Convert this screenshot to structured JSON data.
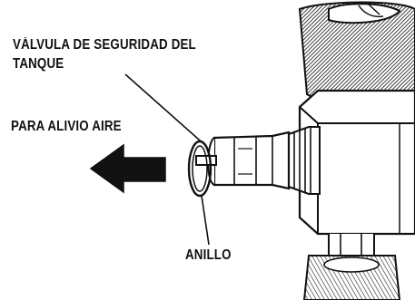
{
  "labels": {
    "valve_line1": "VÁLVULA DE SEGURIDAD DEL",
    "valve_line2": "TANQUE",
    "air_relief": "PARA ALIVIO AIRE",
    "ring": "ANILLO"
  },
  "icons": {
    "direction_arrow": "left-arrow-icon"
  },
  "colors": {
    "ink": "#111111",
    "background": "#ffffff"
  }
}
